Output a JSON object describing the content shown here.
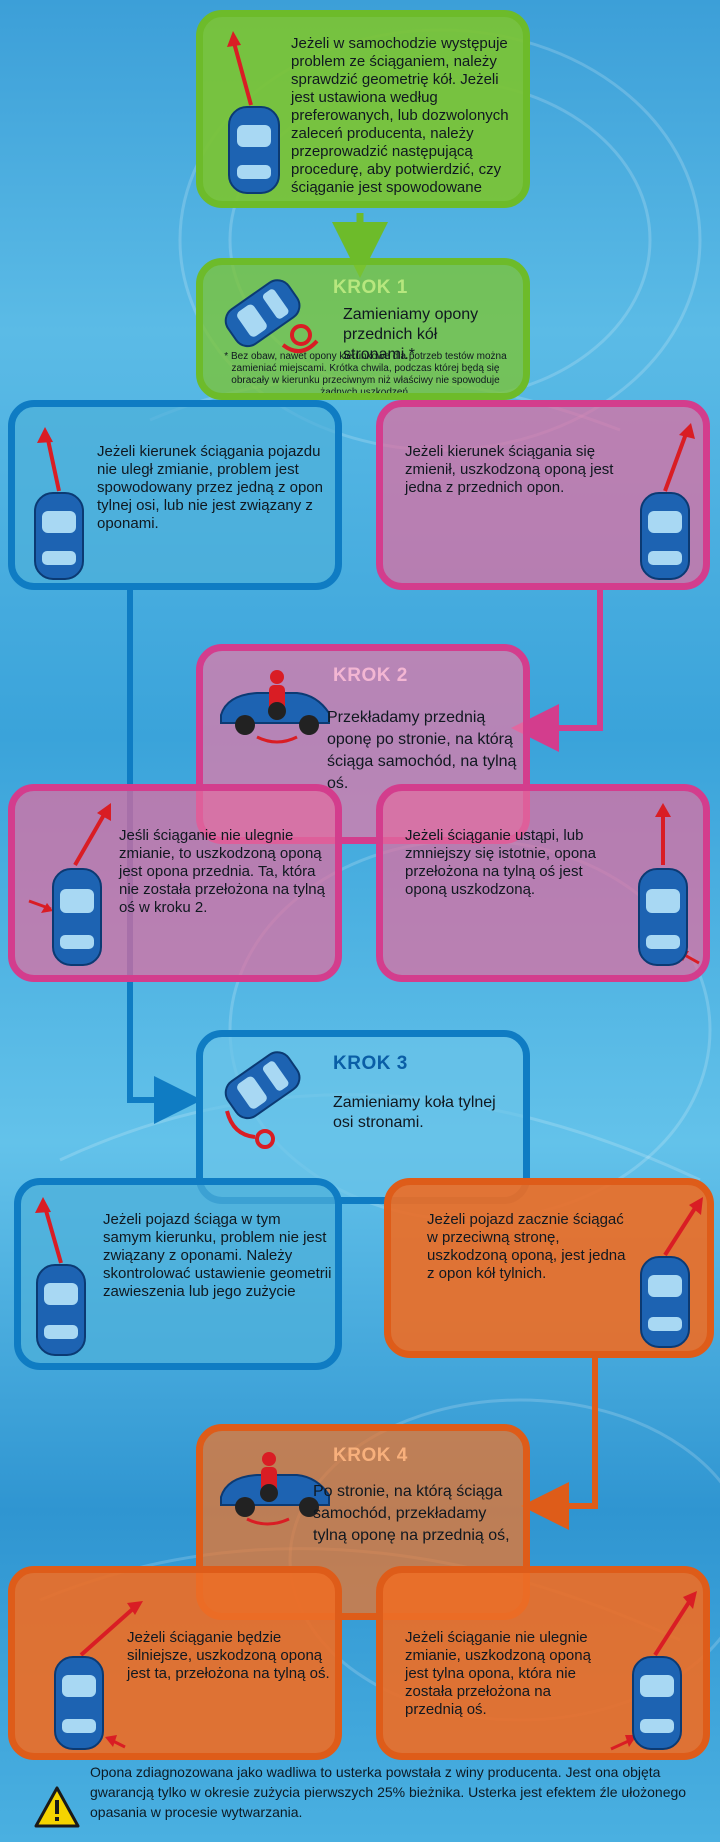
{
  "intro": "Jeżeli w samochodzie występuje problem ze ściąganiem, należy sprawdzić geometrię kół. Jeżeli jest ustawiona według preferowanych, lub dozwolonych zaleceń producenta, należy przeprowadzić następującą procedurę, aby potwierdzić, czy ściąganie jest spowodowane przez oponę.",
  "steps": [
    {
      "title": "KROK 1",
      "text": "Zamieniamy opony przednich kół stronami.*",
      "note": "* Bez obaw, nawet opony kierunkowe dla potrzeb testów można zamieniać miejscami. Krótka chwila, podczas której będą się obracały w kierunku przeciwnym niż właściwy nie spowoduje żadnych uszkodzeń."
    },
    {
      "title": "KROK 2",
      "text": "Przekładamy przednią oponę po stronie, na którą ściąga samochód, na tylną oś."
    },
    {
      "title": "KROK 3",
      "text": "Zamieniamy koła tylnej osi stronami."
    },
    {
      "title": "KROK 4",
      "text": "Po stronie, na którą ściąga samochód, przekładamy tylną oponę na przednią oś,"
    }
  ],
  "outcomes": {
    "s1_left": "Jeżeli kierunek ściągania pojazdu nie uległ zmianie, problem jest spowodowany przez jedną z opon tylnej osi, lub nie jest związany z oponami.",
    "s1_right": "Jeżeli kierunek ściągania się zmienił, uszkodzoną oponą jest jedna z przednich opon.",
    "s2_left": "Jeśli ściąganie nie ulegnie zmianie, to uszkodzoną oponą jest opona przednia. Ta, która nie została przełożona na tylną oś w kroku 2.",
    "s2_right": "Jeżeli ściąganie ustąpi, lub zmniejszy się istotnie, opona przełożona na tylną oś jest oponą uszkodzoną.",
    "s3_left": "Jeżeli pojazd ściąga w tym samym kierunku, problem nie jest związany z oponami. Należy skontrolować ustawienie geometrii zawieszenia lub jego zużycie",
    "s3_right": "Jeżeli pojazd zacznie ściągać w przeciwną stronę, uszkodzoną oponą, jest jedna z opon kół tylnich.",
    "s4_left": "Jeżeli ściąganie będzie silniejsze, uszkodzoną oponą jest ta, przełożona na tylną oś.",
    "s4_right": "Jeżeli ściąganie nie ulegnie zmianie, uszkodzoną oponą jest tylna opona, która nie została przełożona na przednią oś."
  },
  "footer": "Opona zdiagnozowana jako wadliwa to usterka powstała z winy producenta. Jest ona objęta gwarancją tylko w okresie zużycia pierwszych 25% bieżnika. Usterka jest efektem źle ułożonego opasania w procesie wytwarzania.",
  "colors": {
    "green": "#6dbb2a",
    "blue": "#0f7cc3",
    "pink": "#d33d8d",
    "orange": "#de5c19",
    "arrow_red": "#d91d24",
    "car_blue": "#1d63b2"
  },
  "icons": [
    "car-top-icon",
    "pull-arrow-icon",
    "tire-swap-icon",
    "person-tire-icon",
    "warning-icon"
  ]
}
